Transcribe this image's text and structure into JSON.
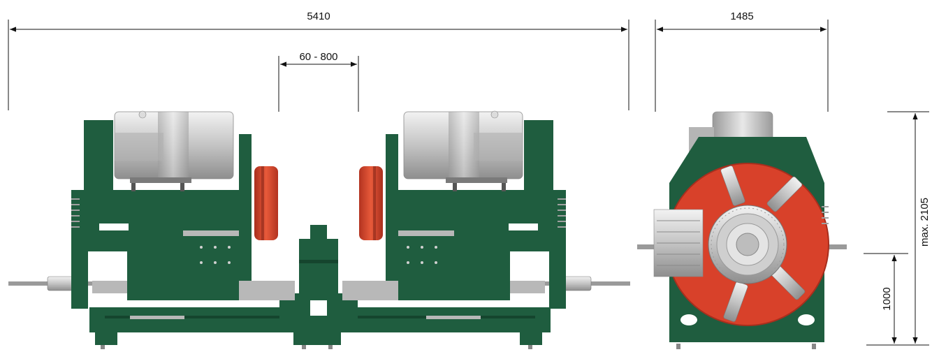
{
  "dimensions": {
    "overall_length": "5410",
    "gap_range": "60 - 800",
    "side_width": "1485",
    "max_height": "max. 2105",
    "axis_height": "1000"
  },
  "colors": {
    "frame_green": "#1f5d3f",
    "frame_green_dark": "#15452e",
    "disc_red": "#d8412a",
    "disc_red_dark": "#a82e1d",
    "motor_silver": "#c8c8c8",
    "rail_grey": "#b8b8b8",
    "line": "#111111"
  }
}
